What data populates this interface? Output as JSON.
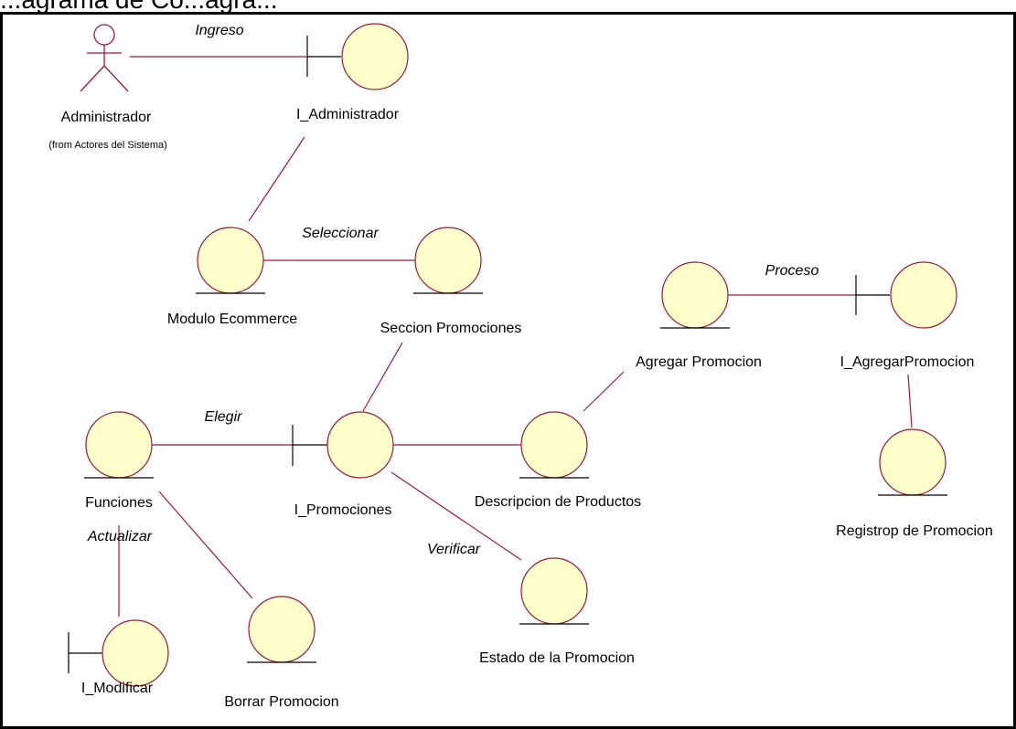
{
  "diagram": {
    "title_fragment": "...agrama de Co...agra...",
    "colors": {
      "object_fill": "#ffffcc",
      "object_stroke": "#9b1b3c",
      "link": "#9b1b3c",
      "border": "#000000"
    },
    "actor": {
      "name": "Administrador",
      "from_note": "(from Actores del Sistema)",
      "icon": "stick-figure-actor"
    },
    "objects": [
      {
        "id": "i-administrador",
        "kind": "boundary",
        "name": "I_Administrador"
      },
      {
        "id": "modulo-ecommerce",
        "kind": "entity",
        "name": "Modulo Ecommerce"
      },
      {
        "id": "seccion-promociones",
        "kind": "entity",
        "name": "Seccion Promociones"
      },
      {
        "id": "agregar-promocion",
        "kind": "entity",
        "name": "Agregar Promocion"
      },
      {
        "id": "i-agregar-promocion",
        "kind": "boundary",
        "name": "I_AgregarPromocion"
      },
      {
        "id": "registro-promocion",
        "kind": "entity",
        "name": "Registrop de Promocion"
      },
      {
        "id": "funciones",
        "kind": "entity",
        "name": "Funciones"
      },
      {
        "id": "i-promociones",
        "kind": "boundary",
        "name": "I_Promociones"
      },
      {
        "id": "descripcion-productos",
        "kind": "entity",
        "name": "Descripcion de Productos"
      },
      {
        "id": "estado-promocion",
        "kind": "entity",
        "name": "Estado de la Promocion"
      },
      {
        "id": "i-modificar",
        "kind": "boundary",
        "name": "I_Modificar"
      },
      {
        "id": "borrar-promocion",
        "kind": "entity",
        "name": "Borrar Promocion"
      }
    ],
    "associations": [
      {
        "from": "Administrador",
        "to": "I_Administrador",
        "label": "Ingreso"
      },
      {
        "from": "Modulo Ecommerce",
        "to": "Seccion Promociones",
        "label": "Seleccionar"
      },
      {
        "from": "Agregar Promocion",
        "to": "I_AgregarPromocion",
        "label": "Proceso"
      },
      {
        "from": "Funciones",
        "to": "I_Promociones",
        "label": "Elegir"
      },
      {
        "from": "Funciones",
        "to": "I_Modificar",
        "label": "Actualizar"
      },
      {
        "from": "I_Promociones",
        "to": "Estado de la Promocion",
        "label": "Verificar"
      },
      {
        "from": "I_Administrador",
        "to": "Modulo Ecommerce",
        "label": ""
      },
      {
        "from": "Seccion Promociones",
        "to": "I_Promociones",
        "label": ""
      },
      {
        "from": "I_Promociones",
        "to": "Descripcion de Productos",
        "label": ""
      },
      {
        "from": "Descripcion de Productos",
        "to": "Agregar Promocion",
        "label": ""
      },
      {
        "from": "I_AgregarPromocion",
        "to": "Registrop de Promocion",
        "label": ""
      },
      {
        "from": "Funciones",
        "to": "Borrar Promocion",
        "label": ""
      }
    ]
  }
}
